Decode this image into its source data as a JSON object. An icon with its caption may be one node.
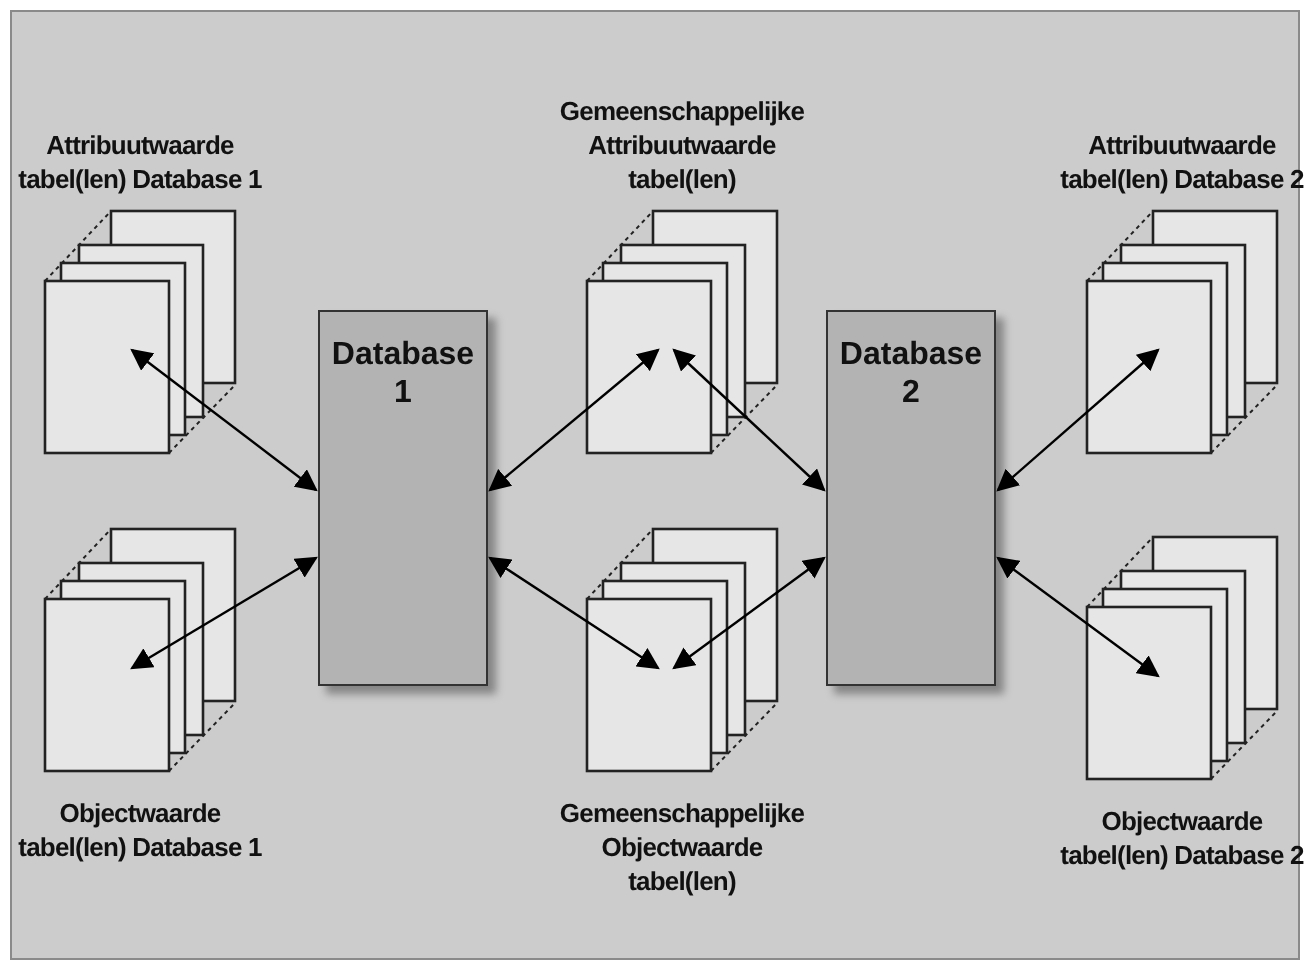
{
  "diagram": {
    "nodes": [
      {
        "text": [
          "Attribuutwaarde tabel(len) Database 1"
        ]
      },
      {
        "text": [
          "Gemeenschappelijke Attribuutwaarde tabel(len)"
        ]
      },
      {
        "text": [
          "Attribuutwaarde tabel(len) Database 2"
        ]
      },
      {
        "text": [
          "Database 1"
        ]
      },
      {
        "text": [
          "Database 2"
        ]
      },
      {
        "text": [
          "Objectwaarde tabel(len) Database 1"
        ]
      },
      {
        "text": [
          "Gemeenschappelijke Objectwaarde tabel(len)"
        ]
      },
      {
        "text": [
          "Objectwaarde tabel(len) Database 2"
        ]
      }
    ],
    "edges": [
      {
        "from": 0,
        "to": 3,
        "arrow": "both"
      },
      {
        "from": 5,
        "to": 3,
        "arrow": "both"
      },
      {
        "from": 3,
        "to": 1,
        "arrow": "both"
      },
      {
        "from": 3,
        "to": 6,
        "arrow": "both"
      },
      {
        "from": 1,
        "to": 4,
        "arrow": "both"
      },
      {
        "from": 6,
        "to": 4,
        "arrow": "both"
      },
      {
        "from": 4,
        "to": 2,
        "arrow": "both"
      },
      {
        "from": 4,
        "to": 7,
        "arrow": "both"
      }
    ]
  }
}
